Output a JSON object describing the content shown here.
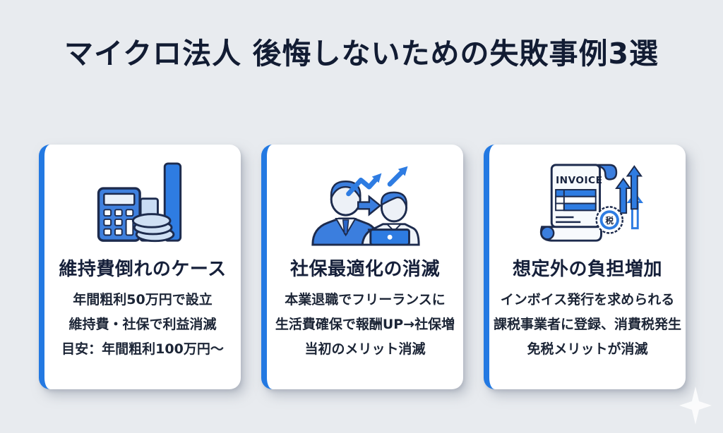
{
  "page": {
    "title": "マイクロ法人 後悔しないための失敗事例3選"
  },
  "colors": {
    "background": "#e8ebef",
    "accent_blue": "#2379e2",
    "icon_blue": "#3b7ede",
    "icon_light_blue": "#cfe0f4",
    "outline_navy": "#1d2b4d",
    "title_text": "#121c33",
    "body_text": "#1c2536"
  },
  "cards": [
    {
      "icon": "calculator-coins-chart-icon",
      "title": "維持費倒れのケース",
      "lines": [
        "年間粗利50万円で設立",
        "維持費・社保で利益消滅",
        "目安：年間粗利100万円〜"
      ]
    },
    {
      "icon": "freelancer-transition-growth-icon",
      "title": "社保最適化の消滅",
      "lines": [
        "本業退職でフリーランスに",
        "生活費確保で報酬UP→社保増",
        "当初のメリット消滅"
      ]
    },
    {
      "icon": "invoice-tax-icon",
      "title": "想定外の負担増加",
      "lines": [
        "インボイス発行を求められる",
        "課税事業者に登録、消費税発生",
        "免税メリットが消滅"
      ],
      "invoice_label": "INVOICE",
      "tax_badge": "税"
    }
  ],
  "decoration": {
    "sparkle": "sparkle-icon"
  }
}
